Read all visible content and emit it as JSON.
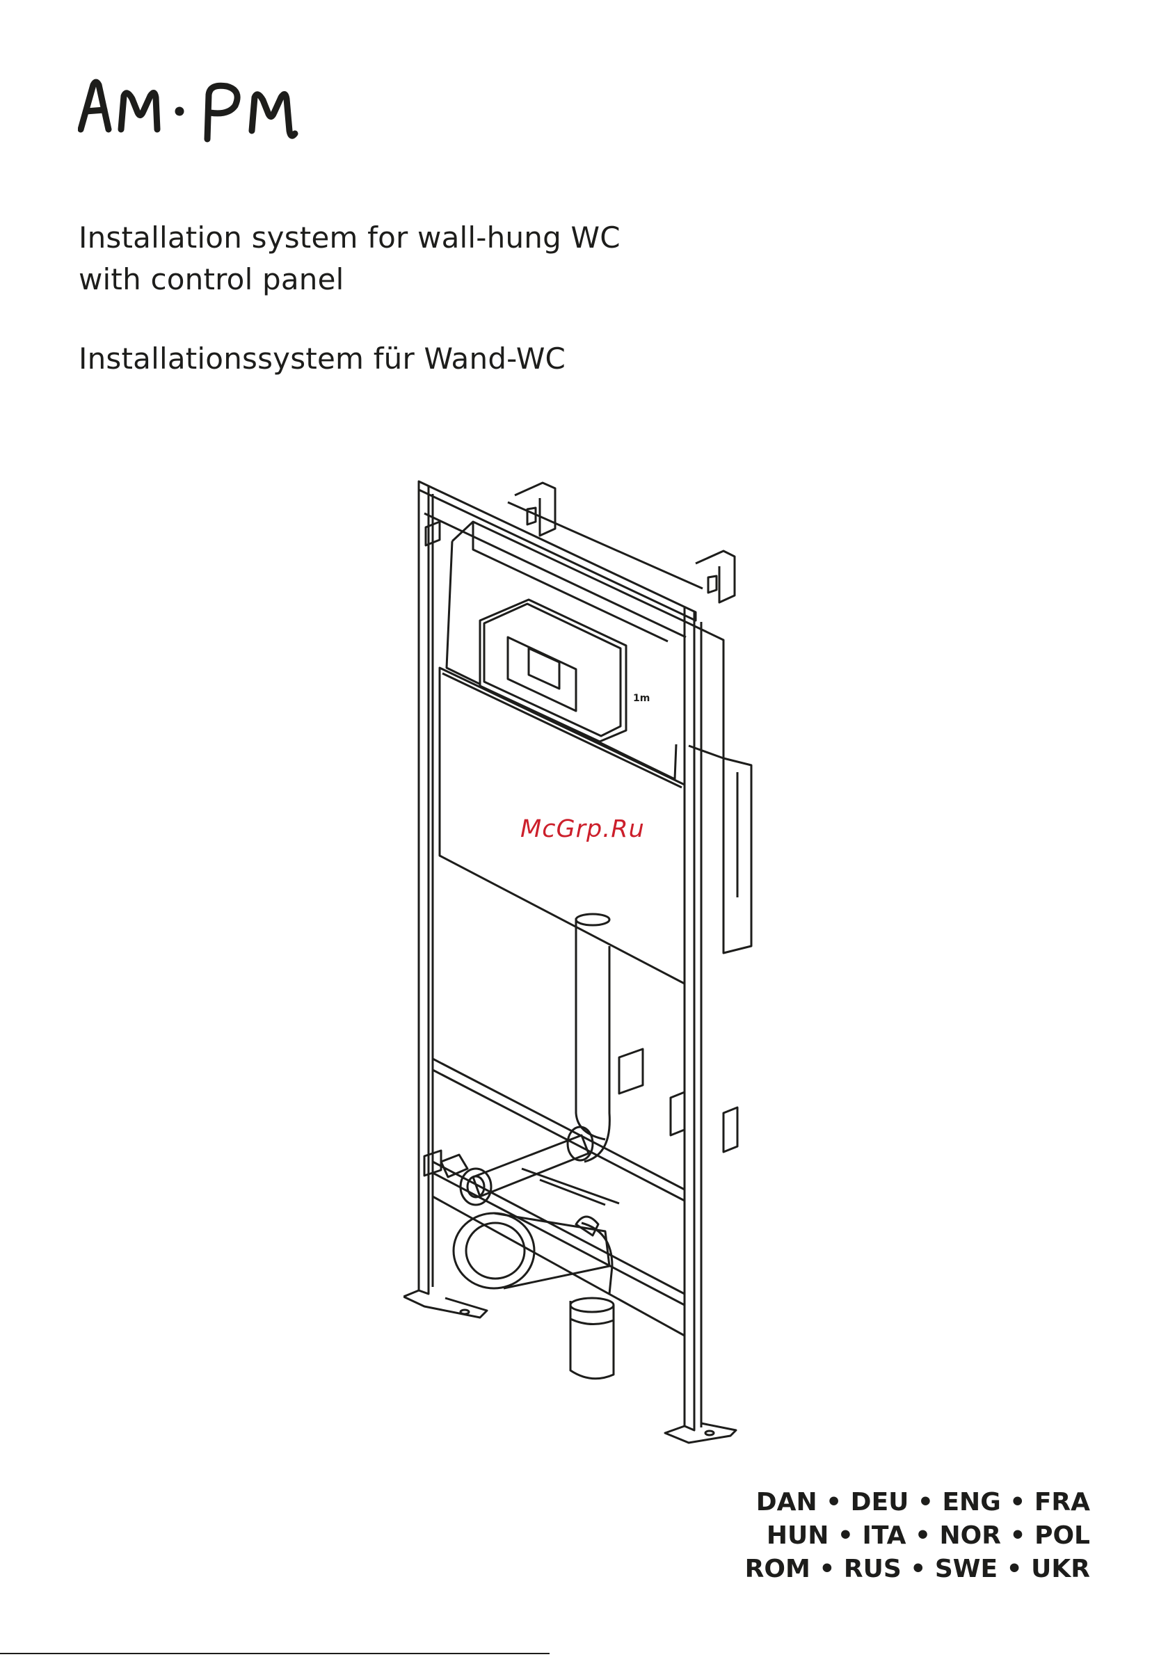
{
  "brand": {
    "name": "AM·PM"
  },
  "titles": {
    "en_line1": "Installation system for wall-hung WC",
    "en_line2": "with control panel",
    "de_line1": "Installationssystem für Wand-WC"
  },
  "watermark": {
    "text": "McGrp.Ru"
  },
  "label_1m": "1m",
  "languages": {
    "line1": "DAN • DEU • ENG • FRA",
    "line2": "HUN • ITA • NOR • POL",
    "line3": "ROM • RUS • SWE • UKR"
  }
}
